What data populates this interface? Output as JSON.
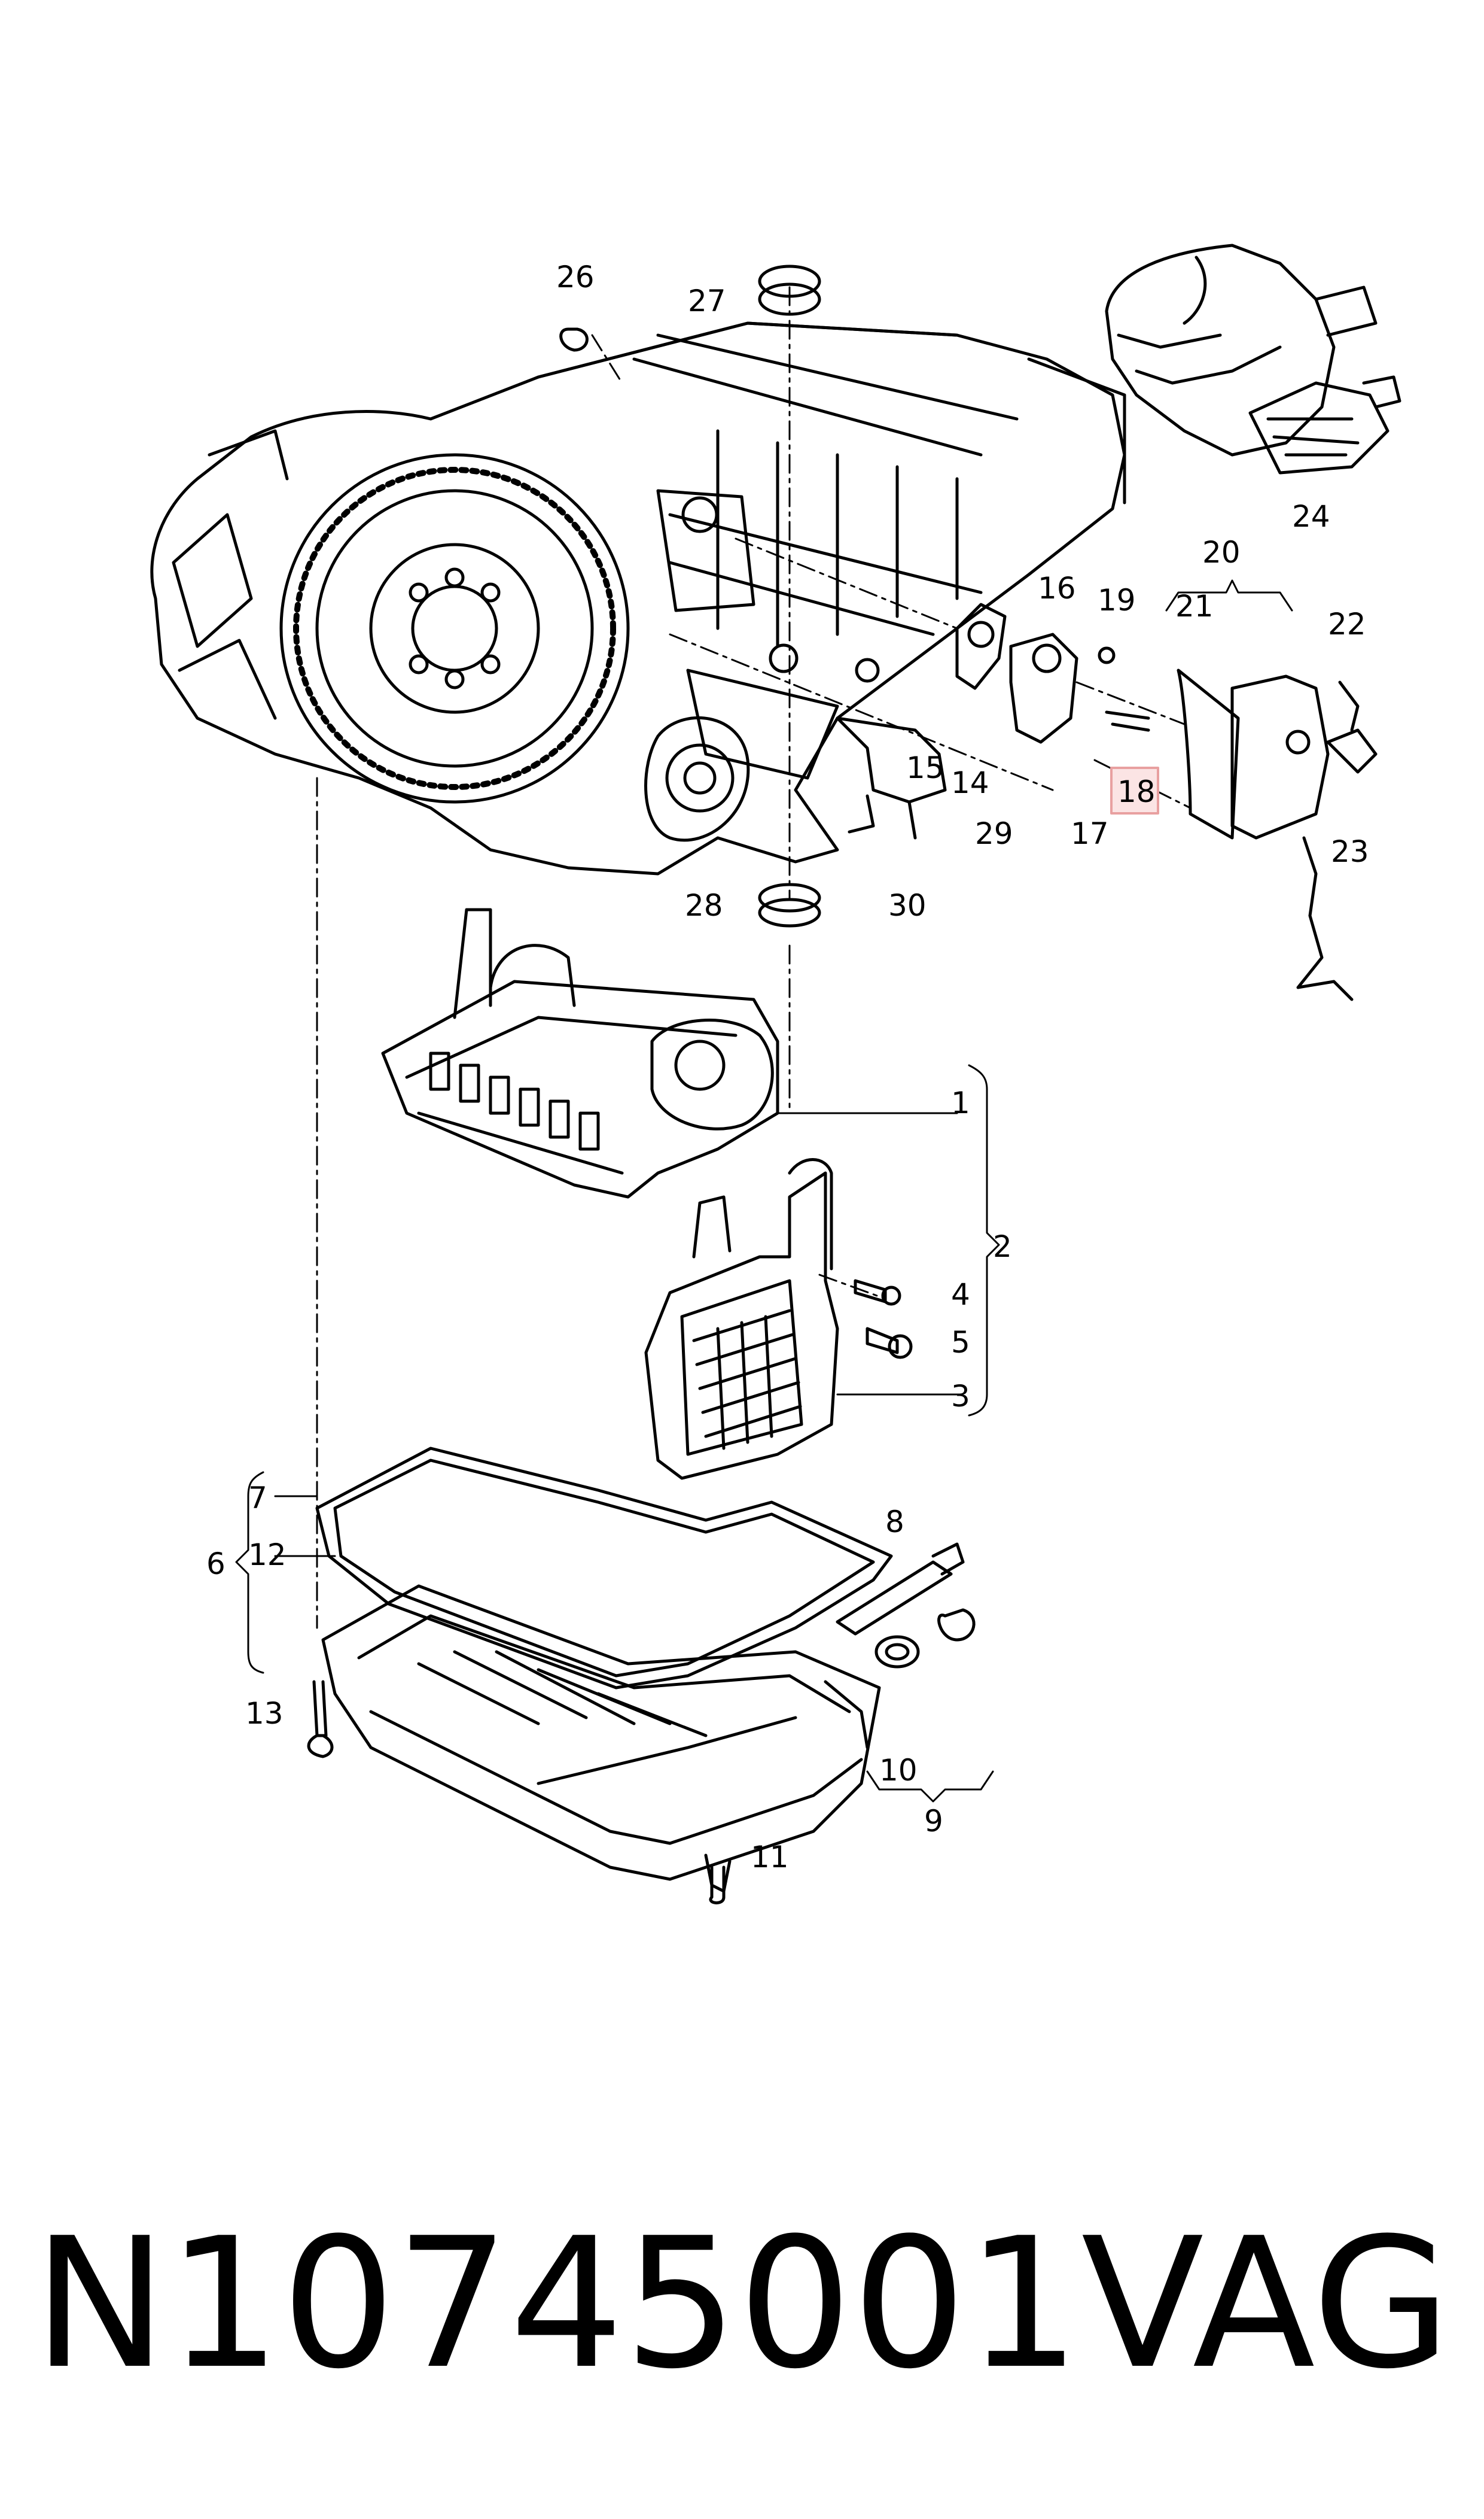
{
  "diagram": {
    "callouts": {
      "c1": "1",
      "c2": "2",
      "c3": "3",
      "c4": "4",
      "c5": "5",
      "c6": "6",
      "c7": "7",
      "c8": "8",
      "c9": "9",
      "c10": "10",
      "c11": "11",
      "c12": "12",
      "c13": "13",
      "c14": "14",
      "c15": "15",
      "c16": "16",
      "c17": "17",
      "c18": "18",
      "c19": "19",
      "c20": "20",
      "c21": "21",
      "c22": "22",
      "c23": "23",
      "c24": "24",
      "c26": "26",
      "c27": "27",
      "c28": "28",
      "c29": "29",
      "c30": "30"
    },
    "highlight_color": "#e8a0a0"
  },
  "footer": {
    "part_number": "N10745001",
    "brand": "VAG"
  }
}
